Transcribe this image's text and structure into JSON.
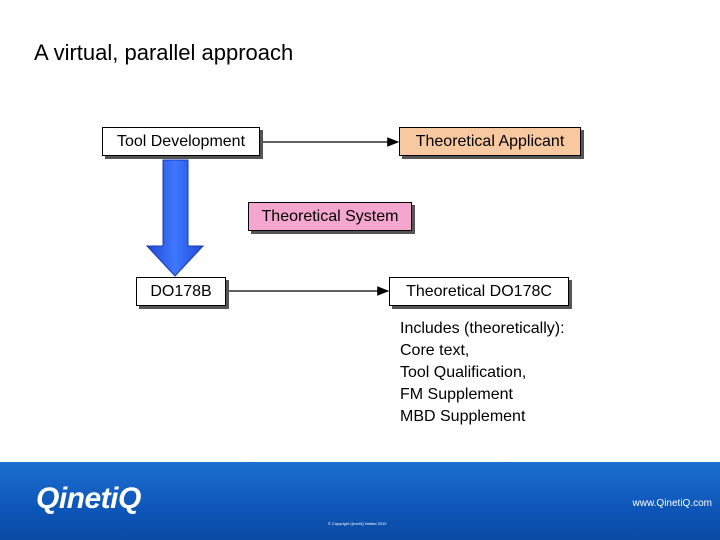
{
  "slide": {
    "title": "A virtual, parallel approach"
  },
  "diagram": {
    "tool_development": "Tool Development",
    "theoretical_applicant": "Theoretical Applicant",
    "theoretical_system": "Theoretical System",
    "do178b": "DO178B",
    "theoretical_do178c": "Theoretical DO178C"
  },
  "notes": {
    "lines": [
      "Includes (theoretically):",
      "Core text,",
      "Tool Qualification,",
      "FM Supplement",
      "MBD Supplement"
    ]
  },
  "footer": {
    "logo": "QinetiQ",
    "url": "www.QinetiQ.com",
    "copyright": "© Copyright QinetiQ limited 2010"
  },
  "colors": {
    "applicant_fill": "#f8c9a0",
    "system_fill": "#f4a6cf",
    "big_arrow": "#2f5fe0",
    "footer_blue": "#0d56b8"
  }
}
